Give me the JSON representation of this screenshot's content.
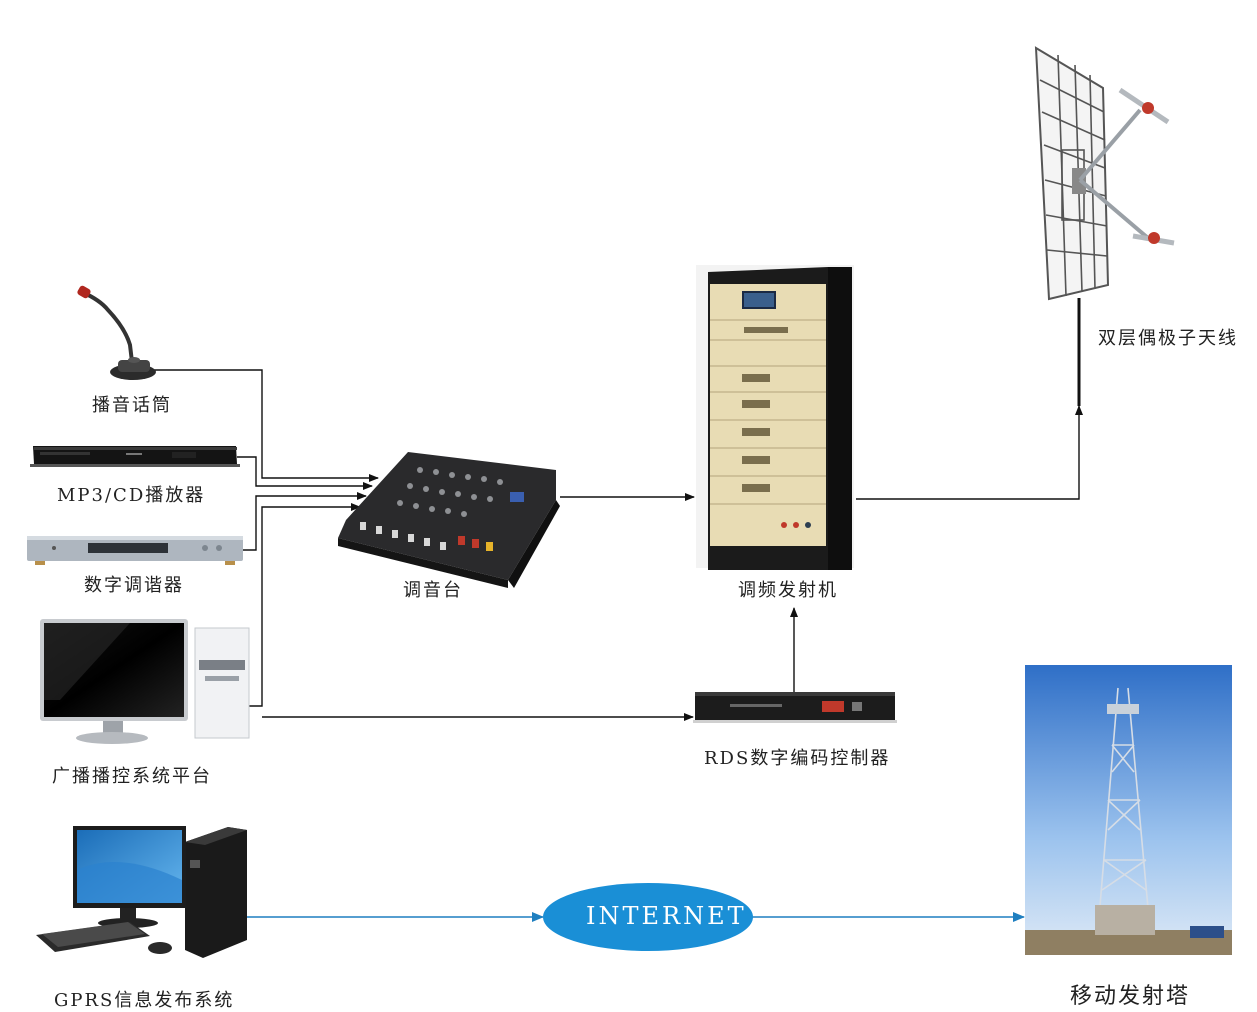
{
  "labels": {
    "microphone": "播音话筒",
    "mp3_cd_player": "MP3/CD播放器",
    "digital_tuner": "数字调谐器",
    "broadcast_platform": "广播播控系统平台",
    "gprs_system": "GPRS信息发布系统",
    "mixer": "调音台",
    "fm_transmitter": "调频发射机",
    "rds_controller": "RDS数字编码控制器",
    "antenna": "双层偶极子天线",
    "internet": "INTERNET",
    "mobile_tower": "移动发射塔"
  },
  "colors": {
    "line_black": "#111111",
    "line_blue": "#1f7fc0",
    "internet_fill": "#1a8fd6",
    "internet_text": "#ffffff"
  },
  "icons": {
    "microphone": "gooseneck-microphone-icon",
    "mp3_cd_player": "dvd-player-icon",
    "digital_tuner": "tuner-icon",
    "broadcast_platform": "desktop-computer-icon",
    "gprs_system": "desktop-computer-icon",
    "mixer": "audio-mixer-icon",
    "fm_transmitter": "transmitter-rack-icon",
    "rds_controller": "rack-controller-icon",
    "antenna": "dipole-antenna-icon",
    "mobile_tower": "lattice-tower-icon"
  }
}
